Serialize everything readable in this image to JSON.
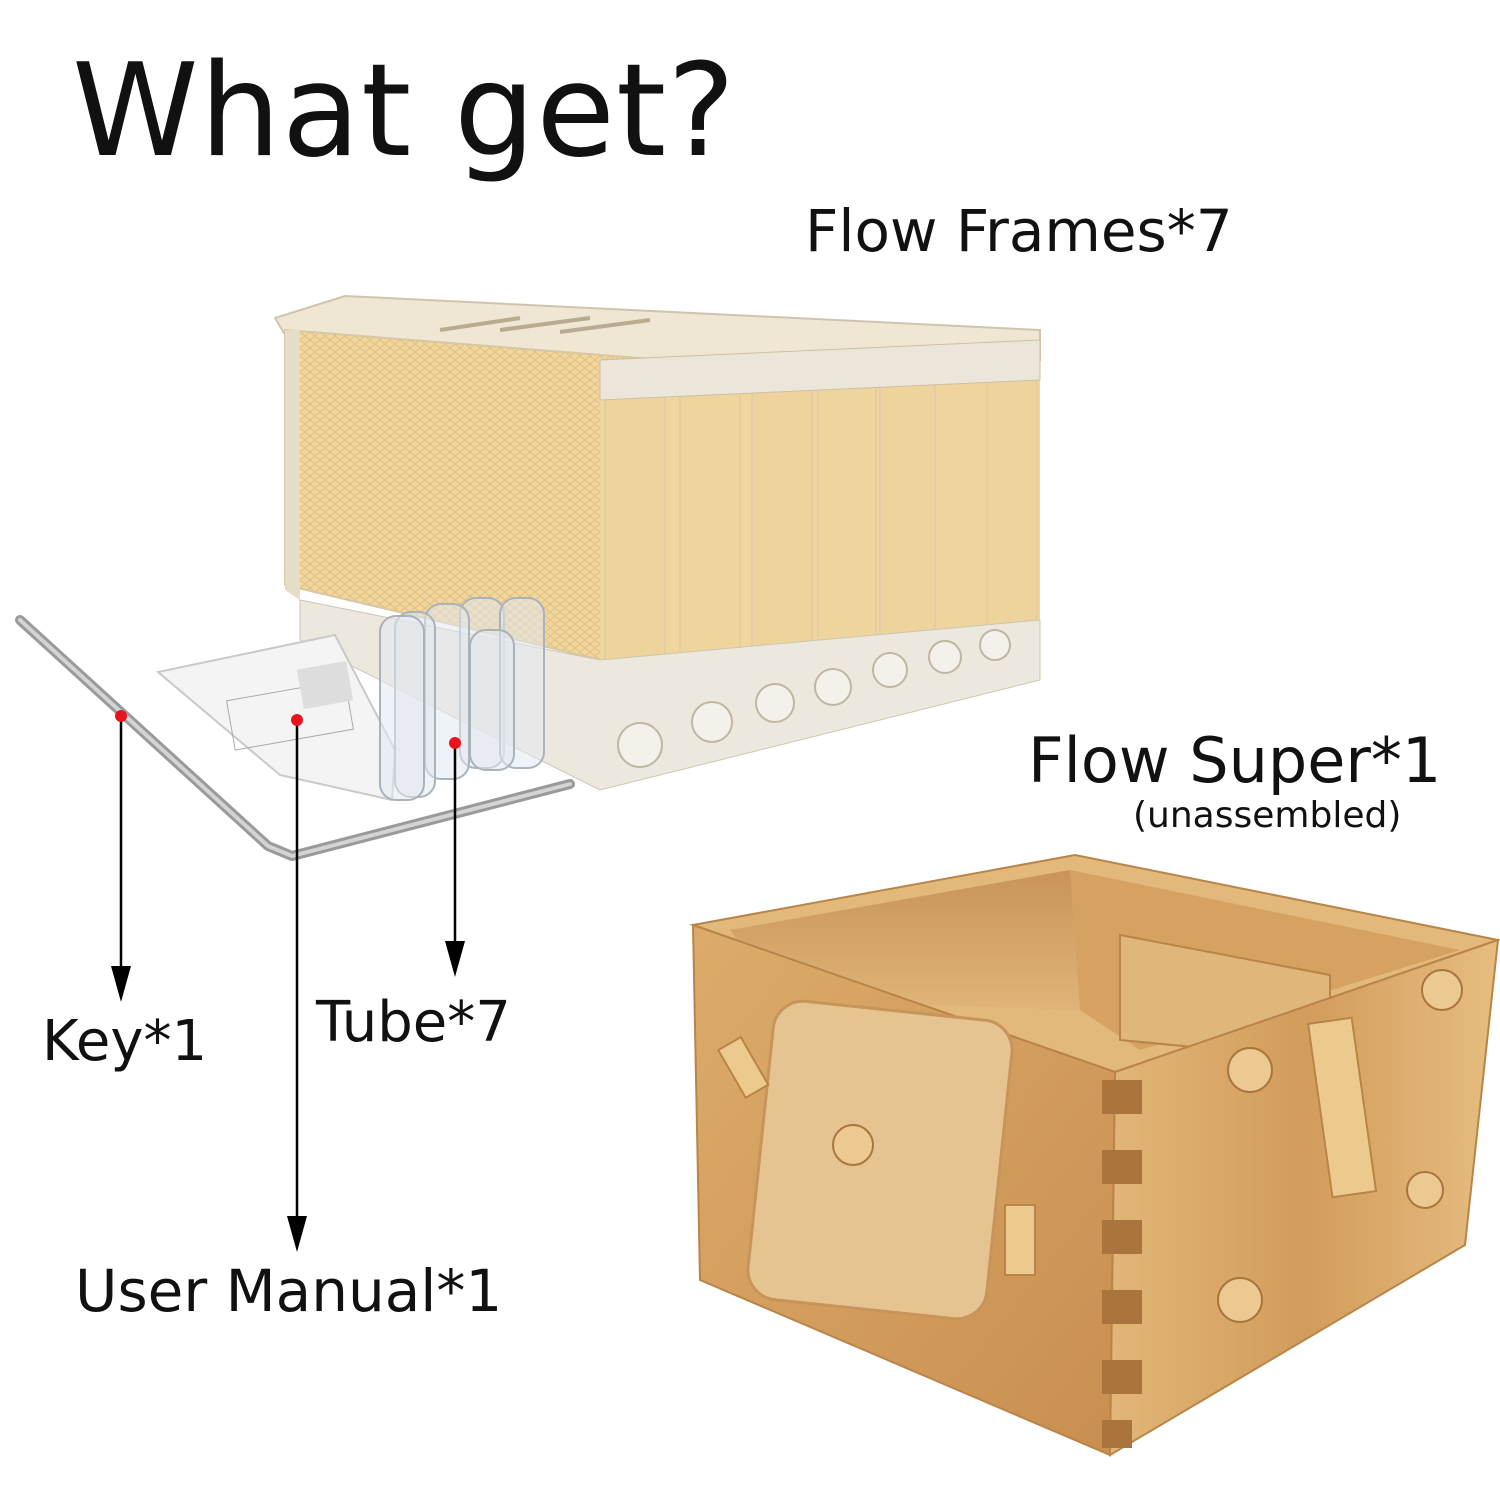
{
  "title": "What get?",
  "items": {
    "flow_frames": "Flow Frames*7",
    "flow_super": "Flow Super*1",
    "flow_super_note": "(unassembled)",
    "key": "Key*1",
    "tube": "Tube*7",
    "user_manual": "User Manual*1"
  },
  "colors": {
    "frame_amber": "#f3d9a0",
    "frame_clear": "#e7e2d8",
    "wood": "#d9a866",
    "wood_dark": "#b98448",
    "marker": "#e8141b",
    "arrow": "#000000"
  }
}
